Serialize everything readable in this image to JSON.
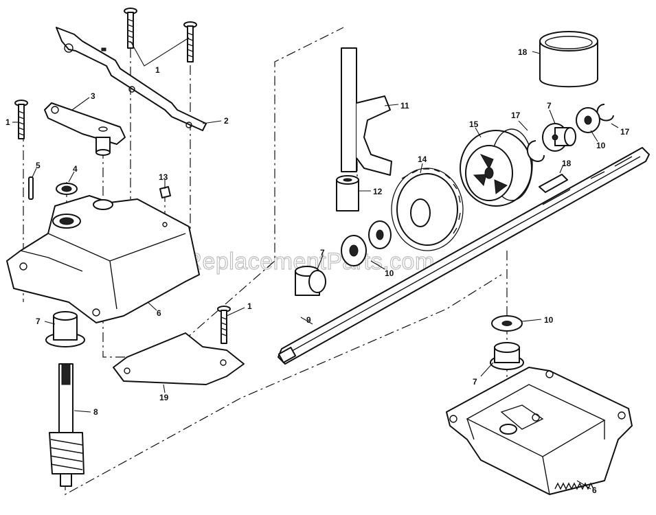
{
  "watermark": "eReplacementParts.com",
  "labels": {
    "l1_screws_top": "1",
    "l2": "2",
    "l3": "3",
    "l1_left": "1",
    "l5": "5",
    "l4": "4",
    "l13": "13",
    "l6_housing": "6",
    "l7_left": "7",
    "l19": "19",
    "l1_bottom": "1",
    "l8": "8",
    "l11": "11",
    "l12": "12",
    "l14": "14",
    "l15": "15",
    "l17_a": "17",
    "l7_top": "7",
    "l17_b": "17",
    "l10_top": "10",
    "l18_key": "18",
    "l18_bushing": "18",
    "l7_mid": "7",
    "l10_mid": "10",
    "l9": "9",
    "l10_right": "10",
    "l7_right": "7",
    "l6_base": "6"
  }
}
